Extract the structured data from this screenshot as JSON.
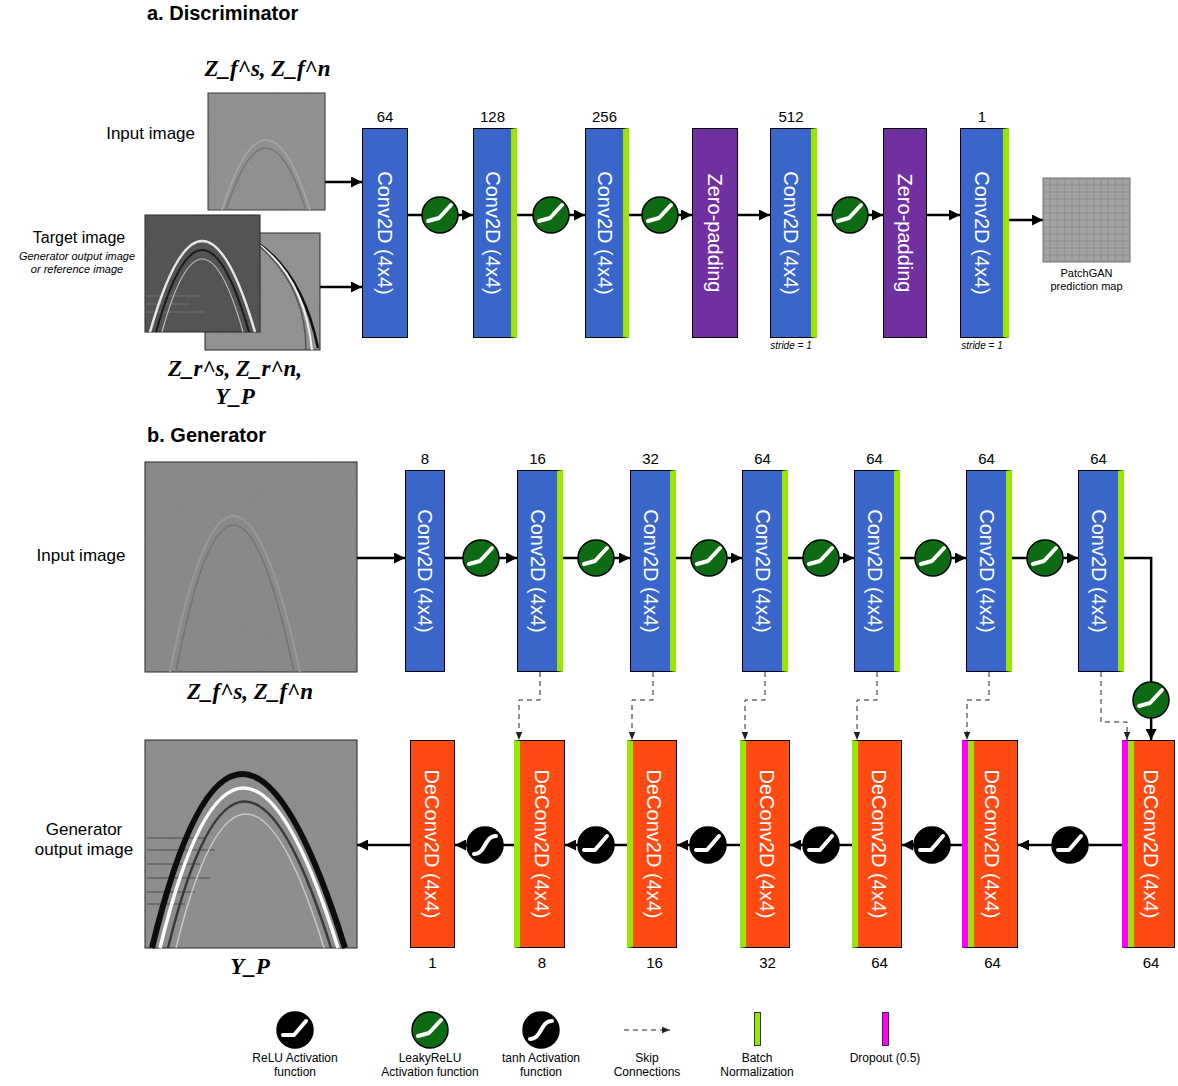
{
  "diagram": {
    "nodes": [
      {
        "text": [
          "Input image",
          "Z_f^s, Z_f^n"
        ]
      },
      {
        "text": [
          "Target image",
          "Generator output image or reference image",
          "Z_r^s, Z_r^n, Y_P"
        ]
      },
      {
        "text": [
          "64",
          "Conv2D (4x4)"
        ]
      },
      {
        "text": [
          "128",
          "Conv2D (4x4)"
        ]
      },
      {
        "text": [
          "256",
          "Conv2D (4x4)"
        ]
      },
      {
        "text": [
          "Zero-padding"
        ]
      },
      {
        "text": [
          "512",
          "Conv2D (4x4)",
          "stride = 1"
        ]
      },
      {
        "text": [
          "Zero-padding"
        ]
      },
      {
        "text": [
          "1",
          "Conv2D (4x4)",
          "stride = 1"
        ]
      },
      {
        "text": [
          "PatchGAN prediction map"
        ]
      },
      {
        "text": [
          "Input image",
          "Z_f^s, Z_f^n"
        ]
      },
      {
        "text": [
          "8",
          "Conv2D (4x4)"
        ]
      },
      {
        "text": [
          "16",
          "Conv2D (4x4)"
        ]
      },
      {
        "text": [
          "32",
          "Conv2D (4x4)"
        ]
      },
      {
        "text": [
          "64",
          "Conv2D (4x4)"
        ]
      },
      {
        "text": [
          "64",
          "Conv2D (4x4)"
        ]
      },
      {
        "text": [
          "64",
          "Conv2D (4x4)"
        ]
      },
      {
        "text": [
          "64",
          "Conv2D (4x4)"
        ]
      },
      {
        "text": [
          "DeConv2D (4x4)",
          "64"
        ]
      },
      {
        "text": [
          "DeConv2D (4x4)",
          "64"
        ]
      },
      {
        "text": [
          "DeConv2D (4x4)",
          "64"
        ]
      },
      {
        "text": [
          "DeConv2D (4x4)",
          "32"
        ]
      },
      {
        "text": [
          "DeConv2D (4x4)",
          "16"
        ]
      },
      {
        "text": [
          "DeConv2D (4x4)",
          "8"
        ]
      },
      {
        "text": [
          "DeConv2D (4x4)",
          "1"
        ]
      },
      {
        "text": [
          "Generator output image",
          "Y_P"
        ]
      }
    ],
    "edges": [
      {
        "from": 0,
        "to": 2,
        "arrow": "to"
      },
      {
        "from": 1,
        "to": 2,
        "arrow": "to"
      },
      {
        "from": 2,
        "to": 3,
        "arrow": "to"
      },
      {
        "from": 3,
        "to": 4,
        "arrow": "to"
      },
      {
        "from": 4,
        "to": 5,
        "arrow": "to"
      },
      {
        "from": 5,
        "to": 6,
        "arrow": "to"
      },
      {
        "from": 6,
        "to": 7,
        "arrow": "to"
      },
      {
        "from": 7,
        "to": 8,
        "arrow": "to"
      },
      {
        "from": 8,
        "to": 9,
        "arrow": "to"
      },
      {
        "from": 10,
        "to": 11,
        "arrow": "to"
      },
      {
        "from": 11,
        "to": 12,
        "arrow": "to"
      },
      {
        "from": 12,
        "to": 13,
        "arrow": "to"
      },
      {
        "from": 13,
        "to": 14,
        "arrow": "to"
      },
      {
        "from": 14,
        "to": 15,
        "arrow": "to"
      },
      {
        "from": 15,
        "to": 16,
        "arrow": "to"
      },
      {
        "from": 16,
        "to": 17,
        "arrow": "to"
      },
      {
        "from": 17,
        "to": 18,
        "arrow": "to"
      },
      {
        "from": 18,
        "to": 19,
        "arrow": "to"
      },
      {
        "from": 19,
        "to": 20,
        "arrow": "to"
      },
      {
        "from": 20,
        "to": 21,
        "arrow": "to"
      },
      {
        "from": 21,
        "to": 22,
        "arrow": "to"
      },
      {
        "from": 22,
        "to": 23,
        "arrow": "to"
      },
      {
        "from": 23,
        "to": 24,
        "arrow": "to"
      },
      {
        "from": 24,
        "to": 25,
        "arrow": "to"
      },
      {
        "from": 12,
        "to": 23,
        "arrow": "to"
      },
      {
        "from": 13,
        "to": 22,
        "arrow": "to"
      },
      {
        "from": 14,
        "to": 21,
        "arrow": "to"
      },
      {
        "from": 15,
        "to": 20,
        "arrow": "to"
      },
      {
        "from": 16,
        "to": 19,
        "arrow": "to"
      },
      {
        "from": 17,
        "to": 18,
        "arrow": "to"
      }
    ],
    "labels": [
      "a. Discriminator",
      "b. Generator"
    ],
    "legend": [
      {
        "text": "ReLU Activation function"
      },
      {
        "text": "LeakyReLU Activation function"
      },
      {
        "text": "tanh Activation function"
      },
      {
        "text": "Skip Connections"
      },
      {
        "text": "Batch Normalization",
        "color": "#99e600"
      },
      {
        "text": "Dropout (0.5)",
        "color": "#ff00ff"
      }
    ]
  }
}
